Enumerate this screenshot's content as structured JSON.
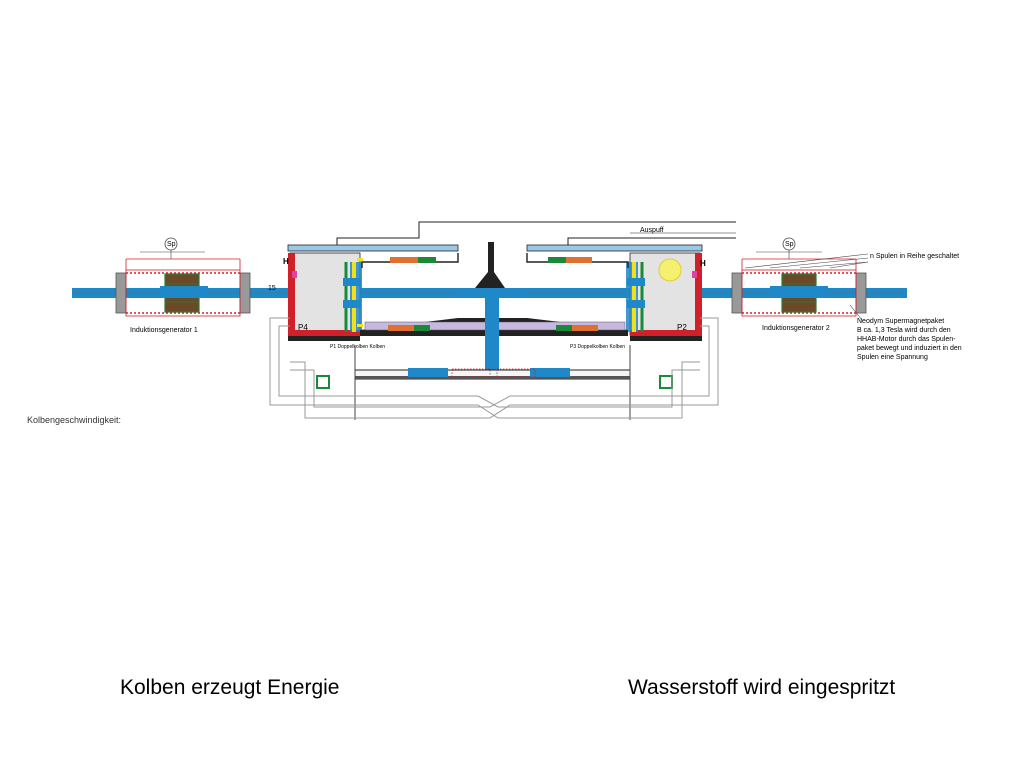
{
  "labels": {
    "auspuff": "Auspuff",
    "coils_series": "n Spulen in Reihe geschaltet",
    "generator1": "Induktionsgenerator 1",
    "generator2": "Induktionsgenerator 2",
    "magnet_note": [
      "Neodym Supermagnetpaket",
      "B ca. 1,3 Tesla wird durch den",
      "HHAB-Motor durch das Spulen-",
      "paket bewegt und induziert in den",
      "Spulen eine Spannung"
    ],
    "speed": "Kolbengeschwindigkeit:",
    "h_left": "H",
    "h_right": "H",
    "p4": "P4",
    "p2": "P2",
    "num15": "15",
    "meter": "Sp",
    "piston_left": "P1 Doppelkolben Kolben",
    "piston_right": "P3 Doppelkolben Kolben"
  },
  "captions": {
    "left": "Kolben erzeugt Energie",
    "right": "Wasserstoff wird eingespritzt"
  },
  "colors": {
    "blue_shaft": "#1e88c8",
    "red_wall": "#d0202a",
    "cylinder_fill": "#e3e3e3",
    "yellow": "#f0e020",
    "green": "#1a8a3a",
    "coil_brown": "#6b4a2a",
    "pipe_gray": "#c8c8c8"
  }
}
